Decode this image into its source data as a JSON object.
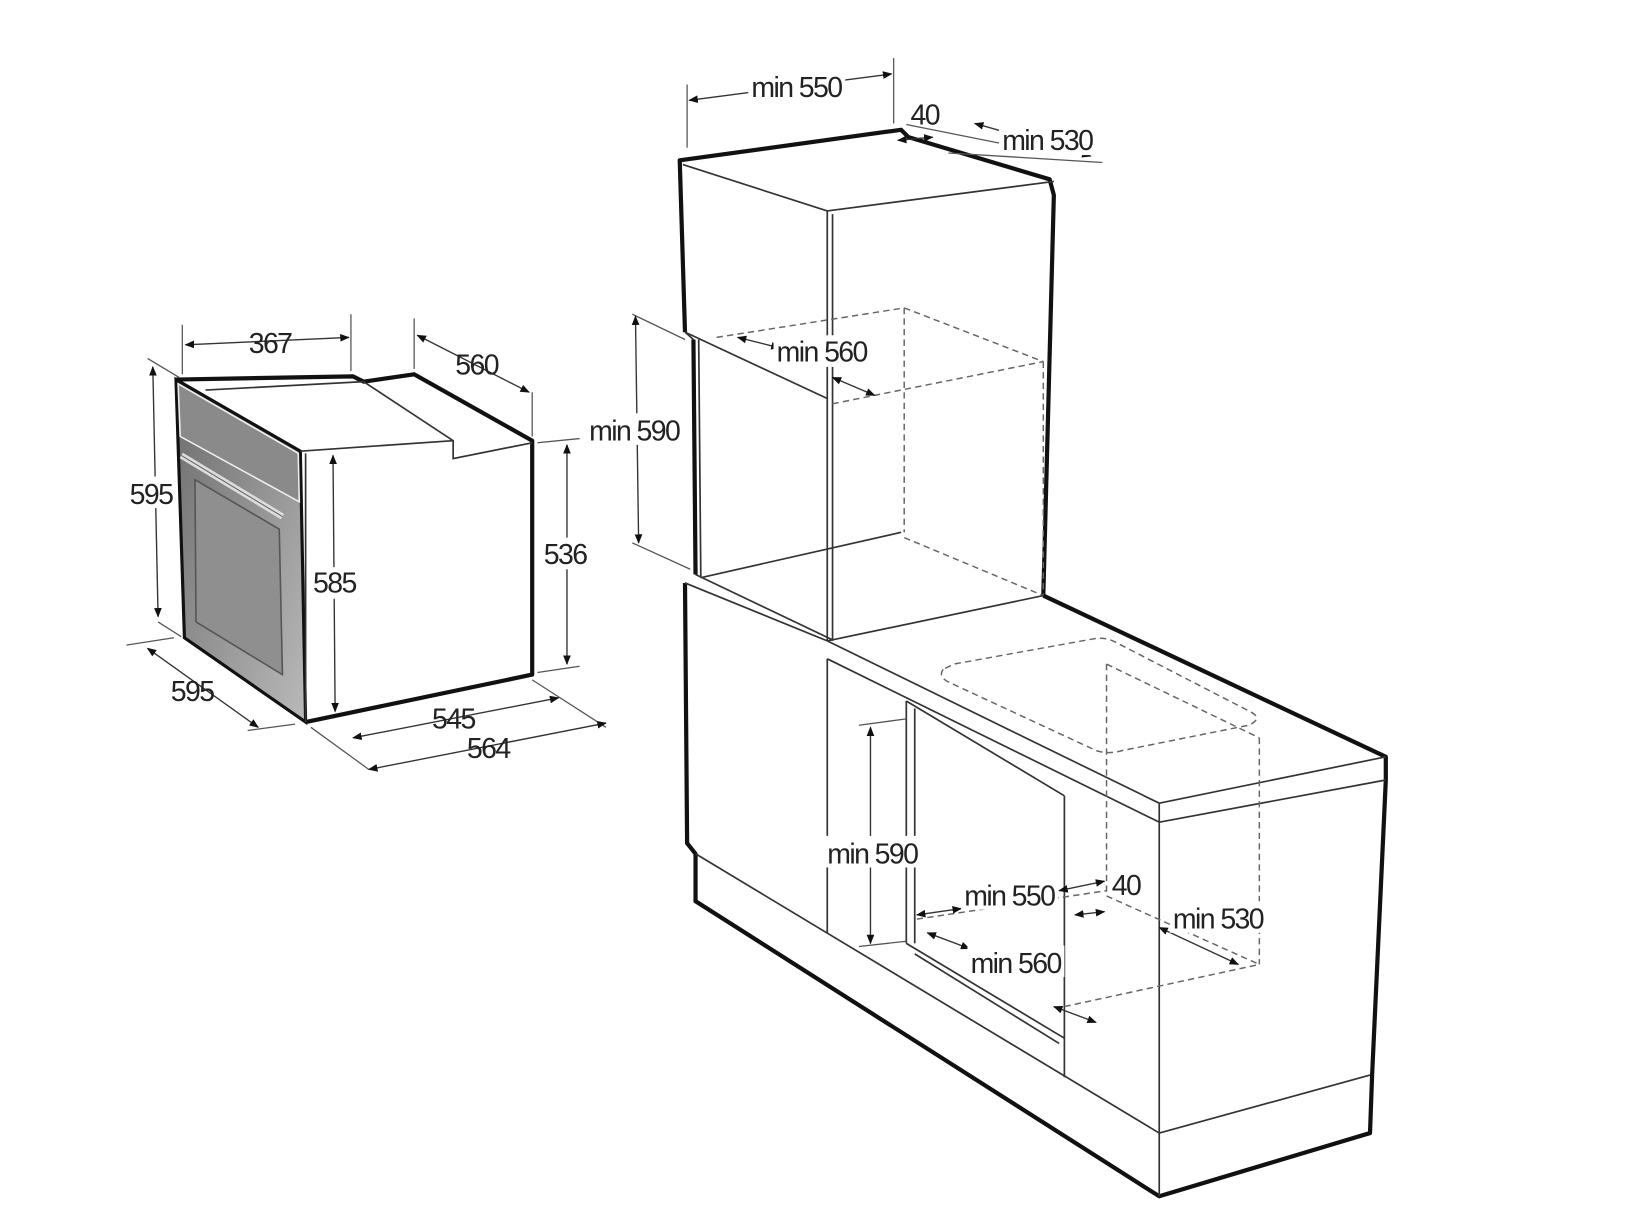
{
  "oven": {
    "labels": {
      "top_width": "367",
      "top_depth": "560",
      "front_height": "595",
      "body_height": "585",
      "side_height": "536",
      "front_width": "595",
      "body_depth": "545",
      "total_depth": "564"
    }
  },
  "installation": {
    "tall_cabinet": {
      "width": "min 550",
      "gap": "40",
      "depth": "min 530",
      "niche_depth": "min 560",
      "niche_height": "min 590"
    },
    "under_counter": {
      "niche_height": "min 590",
      "width": "min 550",
      "gap": "40",
      "depth": "min 530",
      "niche_depth": "min 560"
    }
  },
  "colors": {
    "line": "#111111",
    "panel": "#8a8a8a"
  }
}
